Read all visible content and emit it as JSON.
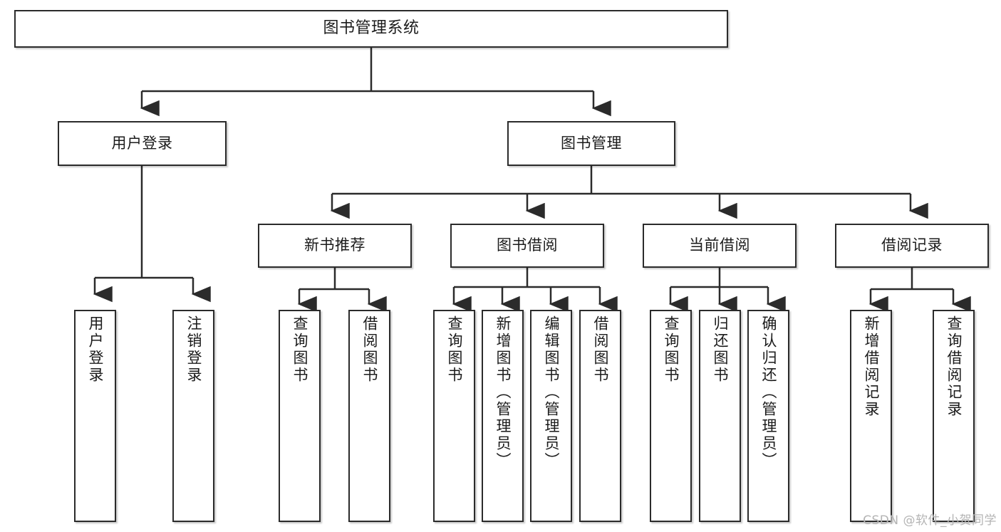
{
  "diagram": {
    "title": "图书管理系统",
    "watermark": "CSDN @软件_小贺同学",
    "colors": {
      "border": "#2b2b2b",
      "background": "#ffffff",
      "text": "#1b1b1b",
      "watermark": "#b4b4b4"
    },
    "nodes": {
      "root": {
        "label": "图书管理系统"
      },
      "level2": [
        {
          "label": "用户登录"
        },
        {
          "label": "图书管理"
        }
      ],
      "level3": [
        {
          "label": "新书推荐"
        },
        {
          "label": "图书借阅"
        },
        {
          "label": "当前借阅"
        },
        {
          "label": "借阅记录"
        }
      ],
      "leaves": {
        "user_login": [
          {
            "label": "用户登录"
          },
          {
            "label": "注销登录"
          }
        ],
        "new_book": [
          {
            "label": "查询图书"
          },
          {
            "label": "借阅图书"
          }
        ],
        "book_borrow": [
          {
            "label": "查询图书"
          },
          {
            "label": "新增图书（管理员）"
          },
          {
            "label": "编辑图书（管理员）"
          },
          {
            "label": "借阅图书"
          }
        ],
        "current_borrow": [
          {
            "label": "查询图书"
          },
          {
            "label": "归还图书"
          },
          {
            "label": "确认归还（管理员）"
          }
        ],
        "borrow_record": [
          {
            "label": "新增借阅记录"
          },
          {
            "label": "查询借阅记录"
          }
        ]
      }
    }
  }
}
